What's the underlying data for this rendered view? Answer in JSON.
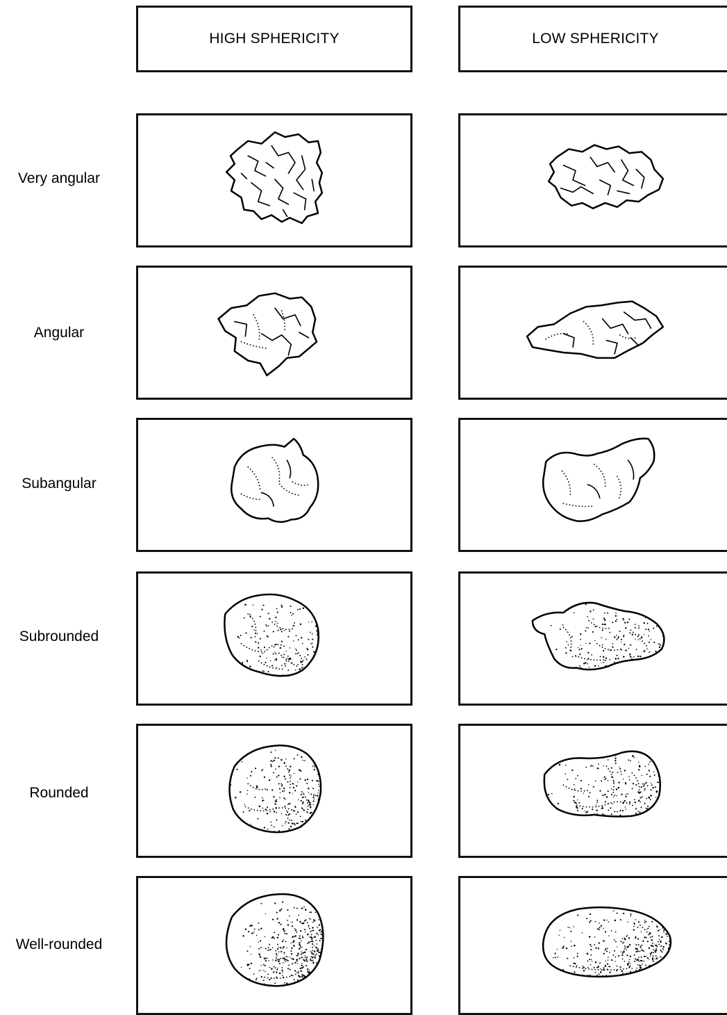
{
  "columns": [
    {
      "label": "HIGH SPHERICITY"
    },
    {
      "label": "LOW SPHERICITY"
    }
  ],
  "rows": [
    {
      "label": "Very angular",
      "high_icon": "very-angular-high-sphericity-grain-icon",
      "low_icon": "very-angular-low-sphericity-grain-icon"
    },
    {
      "label": "Angular",
      "high_icon": "angular-high-sphericity-grain-icon",
      "low_icon": "angular-low-sphericity-grain-icon"
    },
    {
      "label": "Subangular",
      "high_icon": "subangular-high-sphericity-grain-icon",
      "low_icon": "subangular-low-sphericity-grain-icon"
    },
    {
      "label": "Subrounded",
      "high_icon": "subrounded-high-sphericity-grain-icon",
      "low_icon": "subrounded-low-sphericity-grain-icon"
    },
    {
      "label": "Rounded",
      "high_icon": "rounded-high-sphericity-grain-icon",
      "low_icon": "rounded-low-sphericity-grain-icon"
    },
    {
      "label": "Well-rounded",
      "high_icon": "well-rounded-high-sphericity-grain-icon",
      "low_icon": "well-rounded-low-sphericity-grain-icon"
    }
  ],
  "colors": {
    "line": "#000000",
    "background": "#ffffff"
  }
}
